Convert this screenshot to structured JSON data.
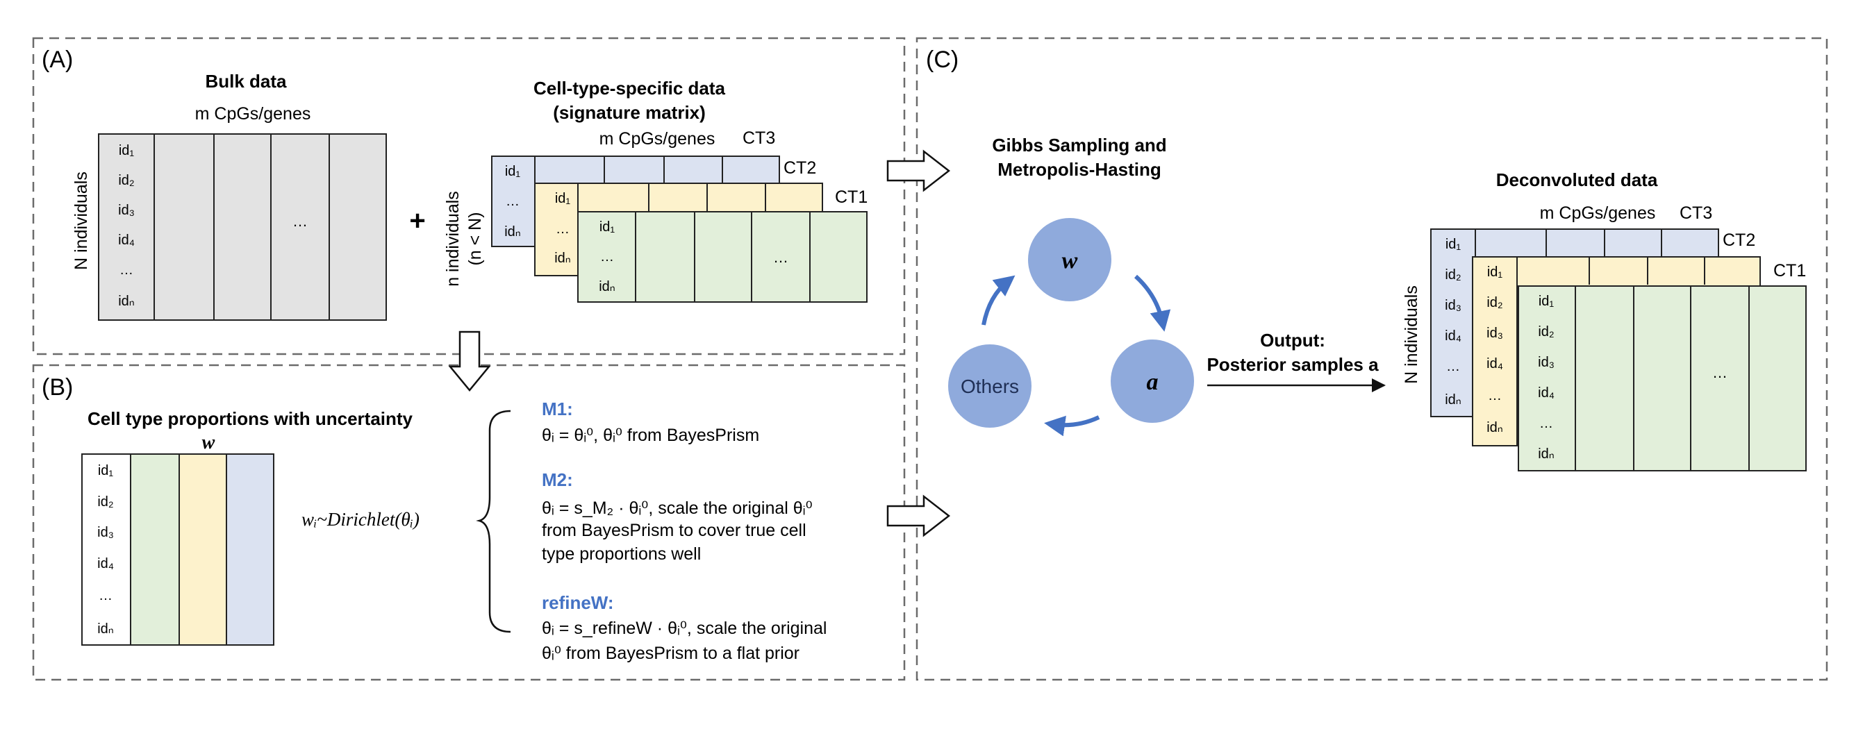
{
  "panels": {
    "a": {
      "label": "(A)",
      "bulk": {
        "title": "Bulk data",
        "features": "m CpGs/genes",
        "ylabel": "N individuals",
        "ids": [
          "id₁",
          "id₂",
          "id₃",
          "id₄",
          "…",
          "idₙ"
        ],
        "ellipsis": "…",
        "colors": {
          "fill": "#e3e3e3",
          "border": "#222222"
        }
      },
      "plus": "+",
      "signature": {
        "title1": "Cell-type-specific data",
        "title2": "(signature matrix)",
        "features": "m CpGs/genes",
        "ylabel1": "n individuals",
        "ylabel2": "(n < N)",
        "ct_labels": [
          "CT3",
          "CT2",
          "CT1"
        ],
        "ids_back": [
          "id₁",
          "…",
          "idₙ"
        ],
        "ids_mid": [
          "id₁",
          "…",
          "idₙ"
        ],
        "ids_front": [
          "id₁",
          "…",
          "idₙ"
        ],
        "ellipsis": "…",
        "colors": {
          "ct3": "#dbe2f1",
          "ct2": "#fdf2cc",
          "ct1": "#e2efda"
        }
      }
    },
    "b": {
      "label": "(B)",
      "title": "Cell type proportions with uncertainty",
      "w": "w",
      "ids": [
        "id₁",
        "id₂",
        "id₃",
        "id₄",
        "…",
        "idₙ"
      ],
      "dirichlet": "wᵢ~Dirichlet(θᵢ)",
      "m1": {
        "title": "M1:",
        "line1": "θᵢ = θᵢ⁰, θᵢ⁰ from BayesPrism"
      },
      "m2": {
        "title": "M2:",
        "line1": "θᵢ = s_M₂ · θᵢ⁰, scale the original θᵢ⁰",
        "line2": "from BayesPrism to cover true cell",
        "line3": "type proportions well"
      },
      "refine": {
        "title": "refineW:",
        "line1": "θᵢ = s_refineW · θᵢ⁰, scale the original",
        "line2": "θᵢ⁰ from BayesPrism to a flat prior"
      },
      "colors": {
        "accent": "#4472c4",
        "green": "#e2efda",
        "yellow": "#fdf2cc",
        "blue": "#dbe2f1"
      }
    },
    "c": {
      "label": "(C)",
      "gibbs_title1": "Gibbs Sampling and",
      "gibbs_title2": "Metropolis-Hasting",
      "node_w": "w",
      "node_a": "a",
      "node_others": "Others",
      "output1": "Output:",
      "output2": "Posterior samples a",
      "decon": {
        "title": "Deconvoluted data",
        "features": "m CpGs/genes",
        "ylabel": "N individuals",
        "ct_labels": [
          "CT3",
          "CT2",
          "CT1"
        ],
        "ids_back": [
          "id₁",
          "id₂",
          "id₃",
          "id₄",
          "…",
          "idₙ"
        ],
        "ids_mid": [
          "id₁",
          "id₂",
          "id₃",
          "id₄",
          "…",
          "idₙ"
        ],
        "ids_front": [
          "id₁",
          "id₂",
          "id₃",
          "id₄",
          "…",
          "idₙ"
        ],
        "ellipsis": "…"
      },
      "colors": {
        "node": "#8faadc",
        "arrow": "#4472c4"
      }
    }
  }
}
